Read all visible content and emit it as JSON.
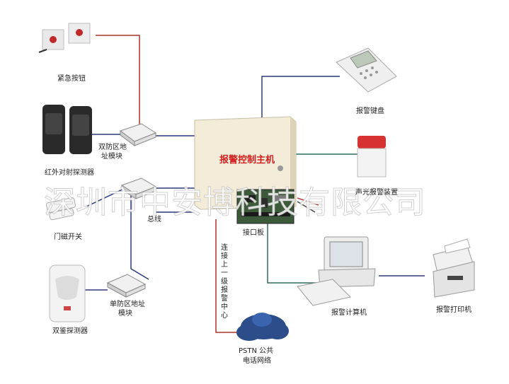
{
  "diagram": {
    "control_host": "报警控制主机",
    "interface_board": "接口板",
    "bus": "总线",
    "upper_center": "连接上一级报警中心",
    "pstn": "PSTN 公共",
    "pstn_line2": "电话网络",
    "devices": {
      "emergency_button": "紧急按钮",
      "dual_zone_module_line1": "双防区地",
      "dual_zone_module_line2": "址模块",
      "ir_detector": "红外对射探测器",
      "door_magnet": "门磁开关",
      "single_zone_module_line1": "单防区地址",
      "single_zone_module_line2": "模块",
      "dual_tech_detector": "双鉴探测器",
      "keypad": "报警键盘",
      "siren": "声光报警装置",
      "computer": "报警计算机",
      "printer": "报警打印机"
    },
    "watermark": "深圳市中安博科技有限公司"
  },
  "colors": {
    "red_line": "#b0302a",
    "blue_line": "#2a3a78",
    "teal_line": "#2f6b60",
    "panel_fill": "#f2ecd9",
    "title_red": "#d21f1f"
  }
}
